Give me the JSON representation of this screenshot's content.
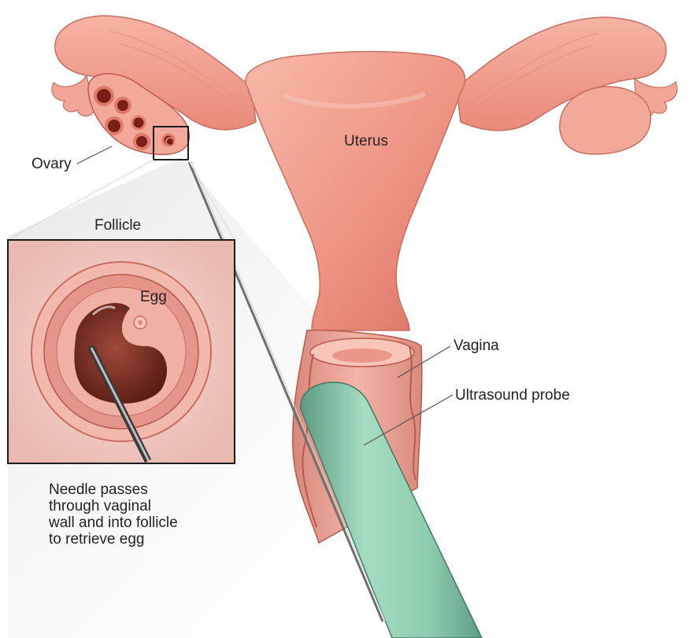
{
  "labels": {
    "uterus": "Uterus",
    "ovary": "Ovary",
    "follicle": "Follicle",
    "egg": "Egg",
    "vagina": "Vagina",
    "ultrasound_probe": "Ultrasound probe"
  },
  "caption_lines": [
    "Needle passes",
    "through vaginal",
    "wall and into follicle",
    "to retrieve egg"
  ],
  "colors": {
    "tissue": "#f09a8a",
    "tissue_light": "#f7bdb0",
    "tissue_dark": "#c8645a",
    "probe": "#8fcdb0",
    "probe_dark": "#5c9c82",
    "needle": "#6f6f6f",
    "frame": "#1c1c1c",
    "inset_bg": "#f4d4cf"
  }
}
